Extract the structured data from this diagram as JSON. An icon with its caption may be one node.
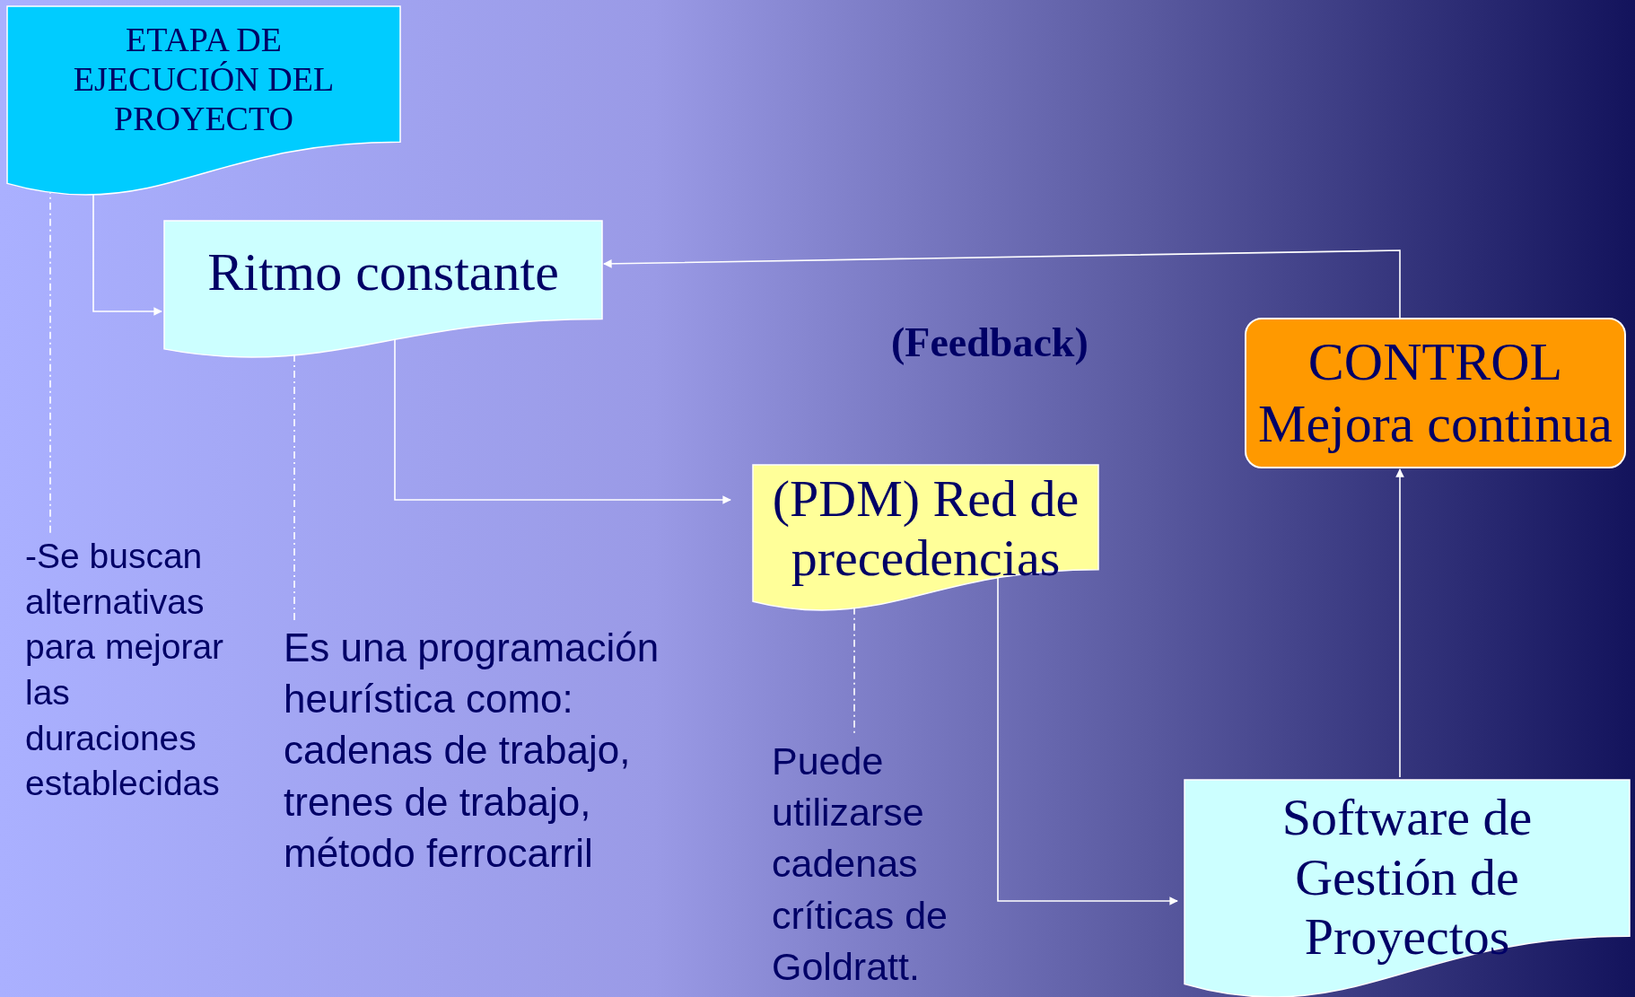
{
  "diagram": {
    "nodes": [
      {
        "text": [
          "ETAPA DE EJECUCIÓN DEL PROYECTO"
        ]
      },
      {
        "text": [
          "Ritmo constante"
        ]
      },
      {
        "text": [
          "(PDM) Red de precedencias"
        ]
      },
      {
        "text": [
          "CONTROL Mejora continua"
        ]
      },
      {
        "text": [
          "Software de Gestión de Proyectos"
        ]
      },
      {
        "text": [
          "-Se buscan alternativas para mejorar las duraciones establecidas"
        ]
      },
      {
        "text": [
          "Es una programación heurística como: cadenas de trabajo, trenes de trabajo, método ferrocarril"
        ]
      },
      {
        "text": [
          "Puede utilizarse cadenas críticas de Goldratt."
        ]
      }
    ],
    "edges": [
      {
        "from": 0,
        "to": 1,
        "arrow": "to"
      },
      {
        "from": 1,
        "to": 2,
        "arrow": "to"
      },
      {
        "from": 2,
        "to": 4,
        "arrow": "to"
      },
      {
        "from": 4,
        "to": 3,
        "arrow": "to"
      },
      {
        "from": 3,
        "to": 1,
        "arrow": "to"
      },
      {
        "from": 0,
        "to": 5,
        "arrow": "none",
        "style": "dashed"
      },
      {
        "from": 1,
        "to": 6,
        "arrow": "none",
        "style": "dashed"
      },
      {
        "from": 2,
        "to": 7,
        "arrow": "none",
        "style": "dashed"
      }
    ],
    "labels": [
      "(Feedback)"
    ]
  }
}
